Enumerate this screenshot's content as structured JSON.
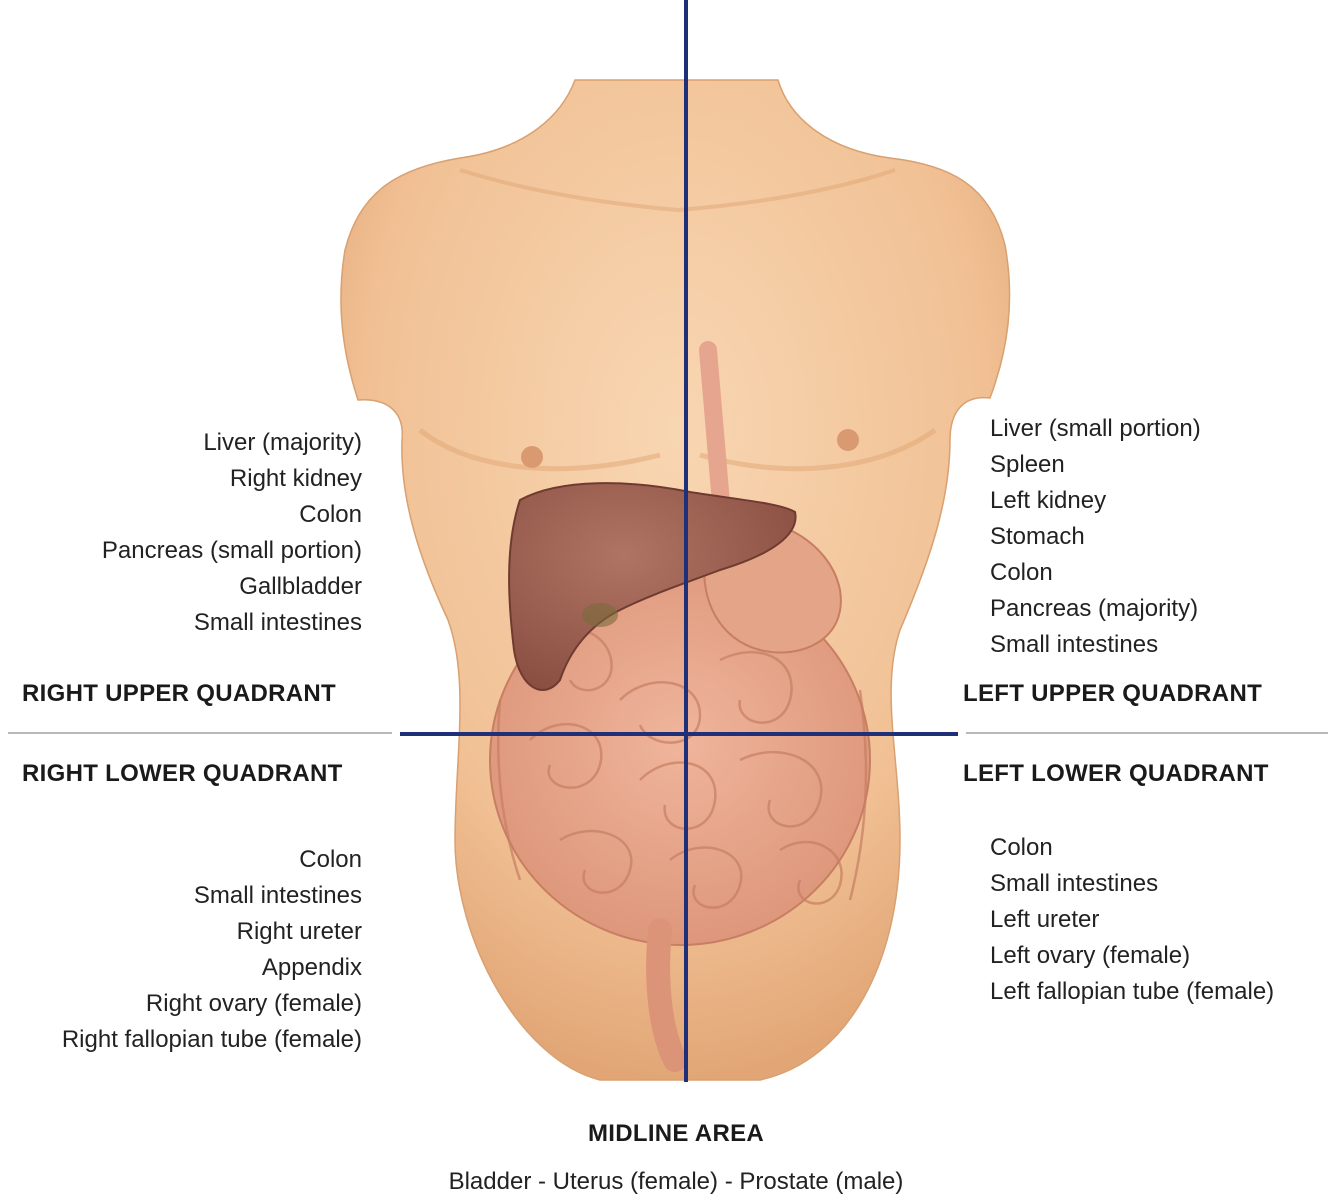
{
  "quadrants": {
    "rightUpper": {
      "title": "RIGHT UPPER QUADRANT",
      "organs": [
        "Liver (majority)",
        "Right kidney",
        "Colon",
        "Pancreas (small portion)",
        "Gallbladder",
        "Small intestines"
      ]
    },
    "leftUpper": {
      "title": "LEFT UPPER QUADRANT",
      "organs": [
        "Liver (small portion)",
        "Spleen",
        "Left kidney",
        "Stomach",
        "Colon",
        "Pancreas (majority)",
        "Small intestines"
      ]
    },
    "rightLower": {
      "title": "RIGHT LOWER QUADRANT",
      "organs": [
        "Colon",
        "Small intestines",
        "Right ureter",
        "Appendix",
        "Right ovary (female)",
        "Right fallopian tube (female)"
      ]
    },
    "leftLower": {
      "title": "LEFT LOWER QUADRANT",
      "organs": [
        "Colon",
        "Small intestines",
        "Left ureter",
        "Left ovary (female)",
        "Left fallopian tube (female)"
      ]
    }
  },
  "midline": {
    "title": "MIDLINE AREA",
    "organs": "Bladder - Uterus (female) - Prostate (male)"
  },
  "colors": {
    "skin": "#f3c59a",
    "skinShadow": "#e2a878",
    "liver": "#9c5f4f",
    "intestine": "#e9a98e",
    "quadrantLine": "#1f2f78",
    "separator": "#b8b8b8"
  }
}
